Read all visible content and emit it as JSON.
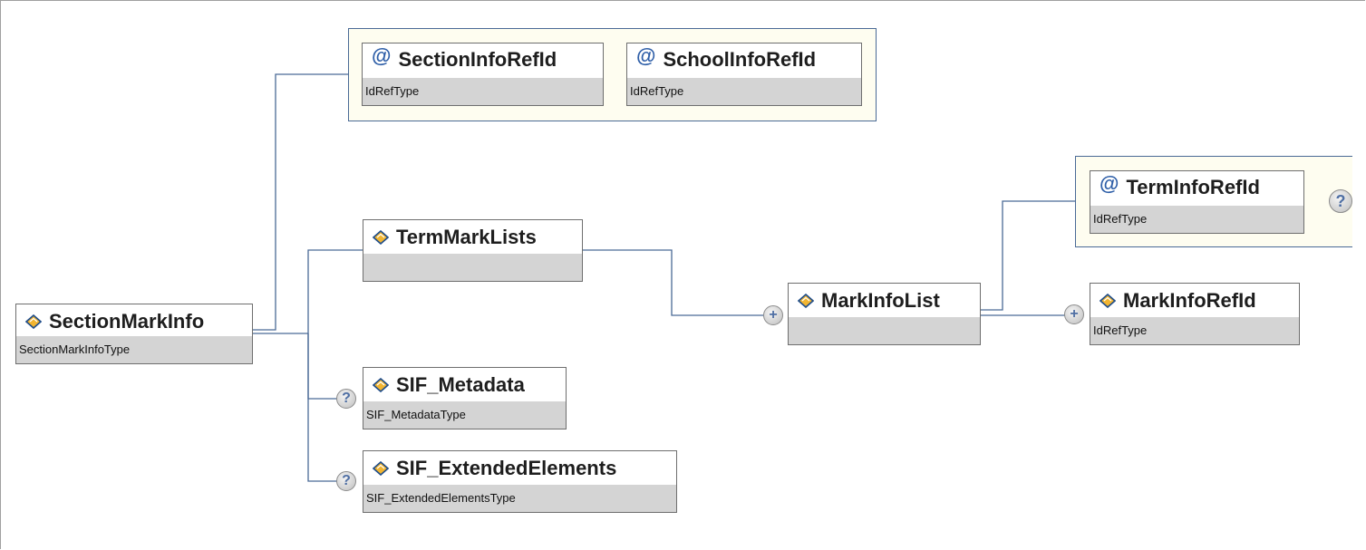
{
  "diagram": {
    "root": {
      "name": "SectionMarkInfo",
      "type": "SectionMarkInfoType"
    },
    "attributes": [
      {
        "name": "SectionInfoRefId",
        "type": "IdRefType"
      },
      {
        "name": "SchoolInfoRefId",
        "type": "IdRefType"
      }
    ],
    "children": [
      {
        "name": "TermMarkLists",
        "type": ""
      },
      {
        "name": "SIF_Metadata",
        "type": "SIF_MetadataType"
      },
      {
        "name": "SIF_ExtendedElements",
        "type": "SIF_ExtendedElementsType"
      }
    ],
    "list": {
      "name": "MarkInfoList",
      "type": ""
    },
    "list_attributes": [
      {
        "name": "TermInfoRefId",
        "type": "IdRefType"
      }
    ],
    "list_children": [
      {
        "name": "MarkInfoRefId",
        "type": "IdRefType"
      }
    ],
    "badges": {
      "optional": "?",
      "expand": "+"
    }
  },
  "colors": {
    "connector": "#4a6a96",
    "group_fill": "#fefdf0",
    "type_band": "#d4d4d4",
    "at_sign": "#2f5fa8"
  },
  "icons": {
    "attribute": "at-sign-icon",
    "element": "element-diamond-icon",
    "optional": "question-badge-icon",
    "expand": "plus-badge-icon"
  }
}
